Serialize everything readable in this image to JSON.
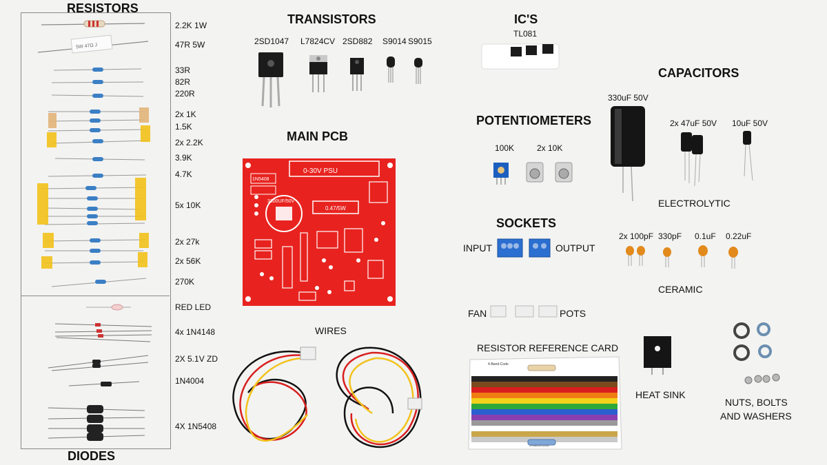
{
  "headings": {
    "resistors": "RESISTORS",
    "diodes": "DIODES",
    "transistors": "TRANSISTORS",
    "main_pcb": "MAIN PCB",
    "wires": "WIRES",
    "ics": "IC'S",
    "potentiometers": "POTENTIOMETERS",
    "sockets": "SOCKETS",
    "capacitors": "CAPACITORS"
  },
  "resistor_labels": [
    "2.2K 1W",
    "47R 5W",
    "33R",
    "82R",
    "220R",
    "2x 1K",
    "1.5K",
    "2x 2.2K",
    "3.9K",
    "4.7K",
    "5x 10K",
    "2x 27k",
    "2x 56K",
    "270K"
  ],
  "diode_labels": [
    "RED LED",
    "4x 1N4148",
    "2X 5.1V ZD",
    "1N4004",
    "4X 1N5408"
  ],
  "transistor_labels": [
    "2SD1047",
    "L7824CV",
    "2SD882",
    "S9014",
    "S9015"
  ],
  "ic_label": "TL081",
  "potentiometer_labels": [
    "100K",
    "2x 10K"
  ],
  "socket_labels": {
    "input": "INPUT",
    "output": "OUTPUT",
    "fan": "FAN",
    "pots": "POTS"
  },
  "electrolytic_labels": [
    "330uF 50V",
    "2x 47uF 50V",
    "10uF 50V"
  ],
  "electrolytic_caption": "ELECTROLYTIC",
  "ceramic_labels": [
    "2x 100pF",
    "330pF",
    "0.1uF",
    "0.22uF"
  ],
  "ceramic_caption": "CERAMIC",
  "ref_card_label": "RESISTOR REFERENCE CARD",
  "heat_sink_label": "HEAT SINK",
  "nuts_label_line1": "NUTS, BOLTS",
  "nuts_label_line2": "AND WASHERS",
  "pcb_text": {
    "psu": "0-30V PSU",
    "cap": "3300UF/50V",
    "res": "0.47/5W",
    "d1": "1N5408"
  },
  "colors": {
    "pcb": "#e8231f",
    "background": "#f3f3f2",
    "tape": "#f2c21b",
    "pot_blue": "#1d5fbf",
    "socket_blue": "#2b6fd0"
  }
}
